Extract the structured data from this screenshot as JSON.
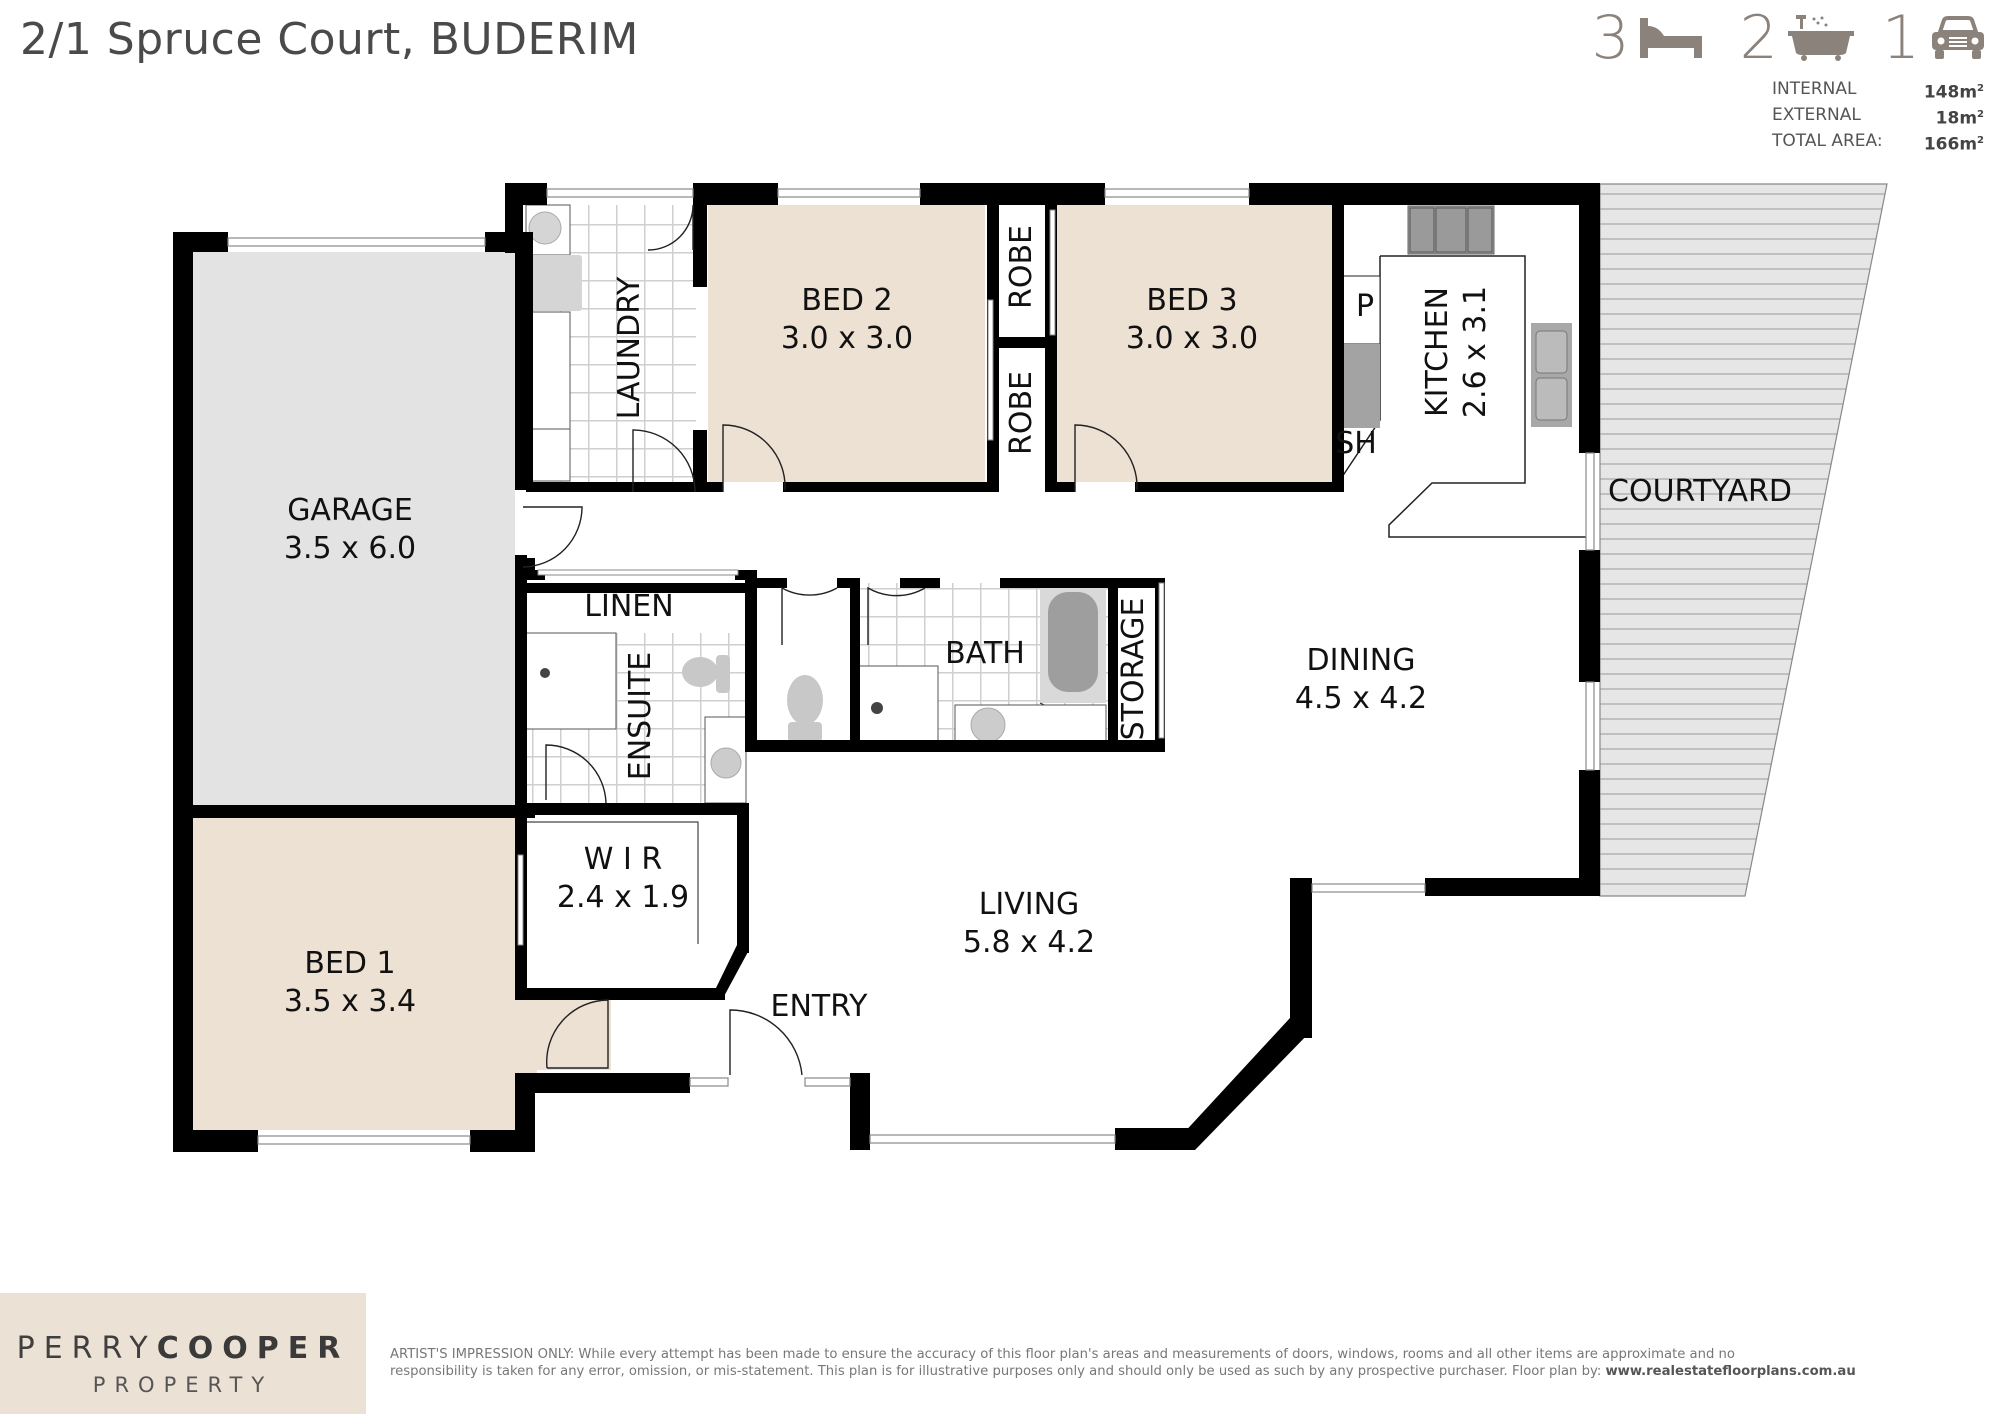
{
  "header": {
    "address": "2/1 Spruce Court, BUDERIM"
  },
  "features": {
    "bedrooms": "3",
    "bathrooms": "2",
    "car_spaces": "1",
    "icons": [
      "bed-icon",
      "bathtub-icon",
      "car-icon"
    ],
    "icon_color": "#8b837b"
  },
  "areas": {
    "internal_label": "INTERNAL",
    "internal_value": "148m",
    "external_label": "EXTERNAL",
    "external_value": "18m",
    "total_label": "TOTAL AREA:",
    "total_value": "166m",
    "unit_superscript": "2"
  },
  "rooms": {
    "garage": {
      "name": "GARAGE",
      "size": "3.5 x 6.0"
    },
    "laundry": {
      "name": "LAUNDRY"
    },
    "bed2": {
      "name": "BED 2",
      "size": "3.0 x 3.0"
    },
    "robe_top": {
      "name": "ROBE"
    },
    "robe_bottom": {
      "name": "ROBE"
    },
    "bed3": {
      "name": "BED 3",
      "size": "3.0 x 3.0"
    },
    "pantry": {
      "name": "P"
    },
    "shelf": {
      "name": "SH"
    },
    "kitchen": {
      "name": "KITCHEN",
      "size": "2.6 x 3.1"
    },
    "courtyard": {
      "name": "COURTYARD"
    },
    "linen": {
      "name": "LINEN"
    },
    "ensuite": {
      "name": "ENSUITE"
    },
    "bath": {
      "name": "BATH"
    },
    "storage": {
      "name": "STORAGE"
    },
    "dining": {
      "name": "DINING",
      "size": "4.5 x 4.2"
    },
    "wir": {
      "name": "W I R",
      "size": "2.4 x 1.9"
    },
    "living": {
      "name": "LIVING",
      "size": "5.8 x 4.2"
    },
    "bed1": {
      "name": "BED 1",
      "size": "3.5 x 3.4"
    },
    "entry": {
      "name": "ENTRY"
    }
  },
  "colors": {
    "wall": "#000000",
    "bedroom_floor": "#ede1d4",
    "garage_floor": "#e3e3e3",
    "courtyard_floor": "#e6e6e6",
    "logo_bg": "#ece1d5"
  },
  "footer": {
    "logo_line1_light": "PERRY",
    "logo_line1_bold": "COOPER",
    "logo_line2": "PROPERTY",
    "disclaimer_line1": "ARTIST'S IMPRESSION ONLY: While every attempt has been made to ensure the accuracy of this floor plan's areas and measurements of doors, windows, rooms and all other items are approximate and no",
    "disclaimer_line2": "responsibility is taken for any error, omission, or mis-statement. This plan is for illustrative purposes only and should only be used as such by any prospective purchaser. Floor plan by: ",
    "disclaimer_link": "www.realestatefloorplans.com.au"
  }
}
